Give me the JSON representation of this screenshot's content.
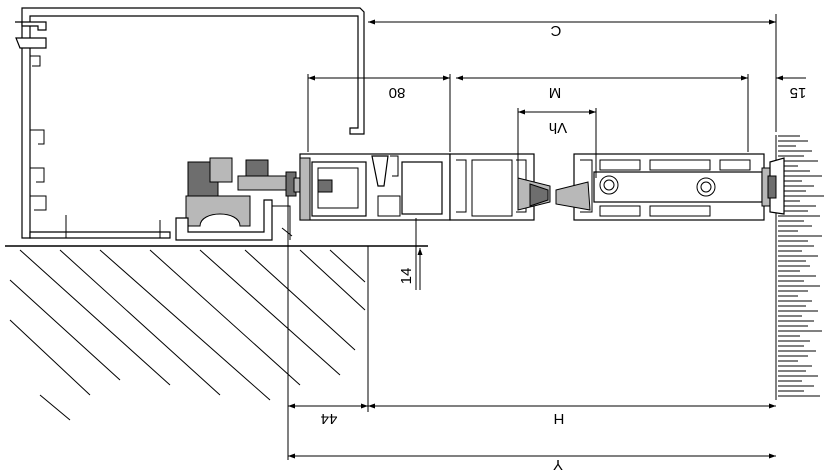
{
  "dimensions": {
    "c_label": "C",
    "m_label": "M",
    "offset_80": "80",
    "offset_15": "15",
    "vh_label": "Vh",
    "h_label": "H",
    "y_label": "Y",
    "offset_44": "44",
    "offset_14": "14"
  }
}
